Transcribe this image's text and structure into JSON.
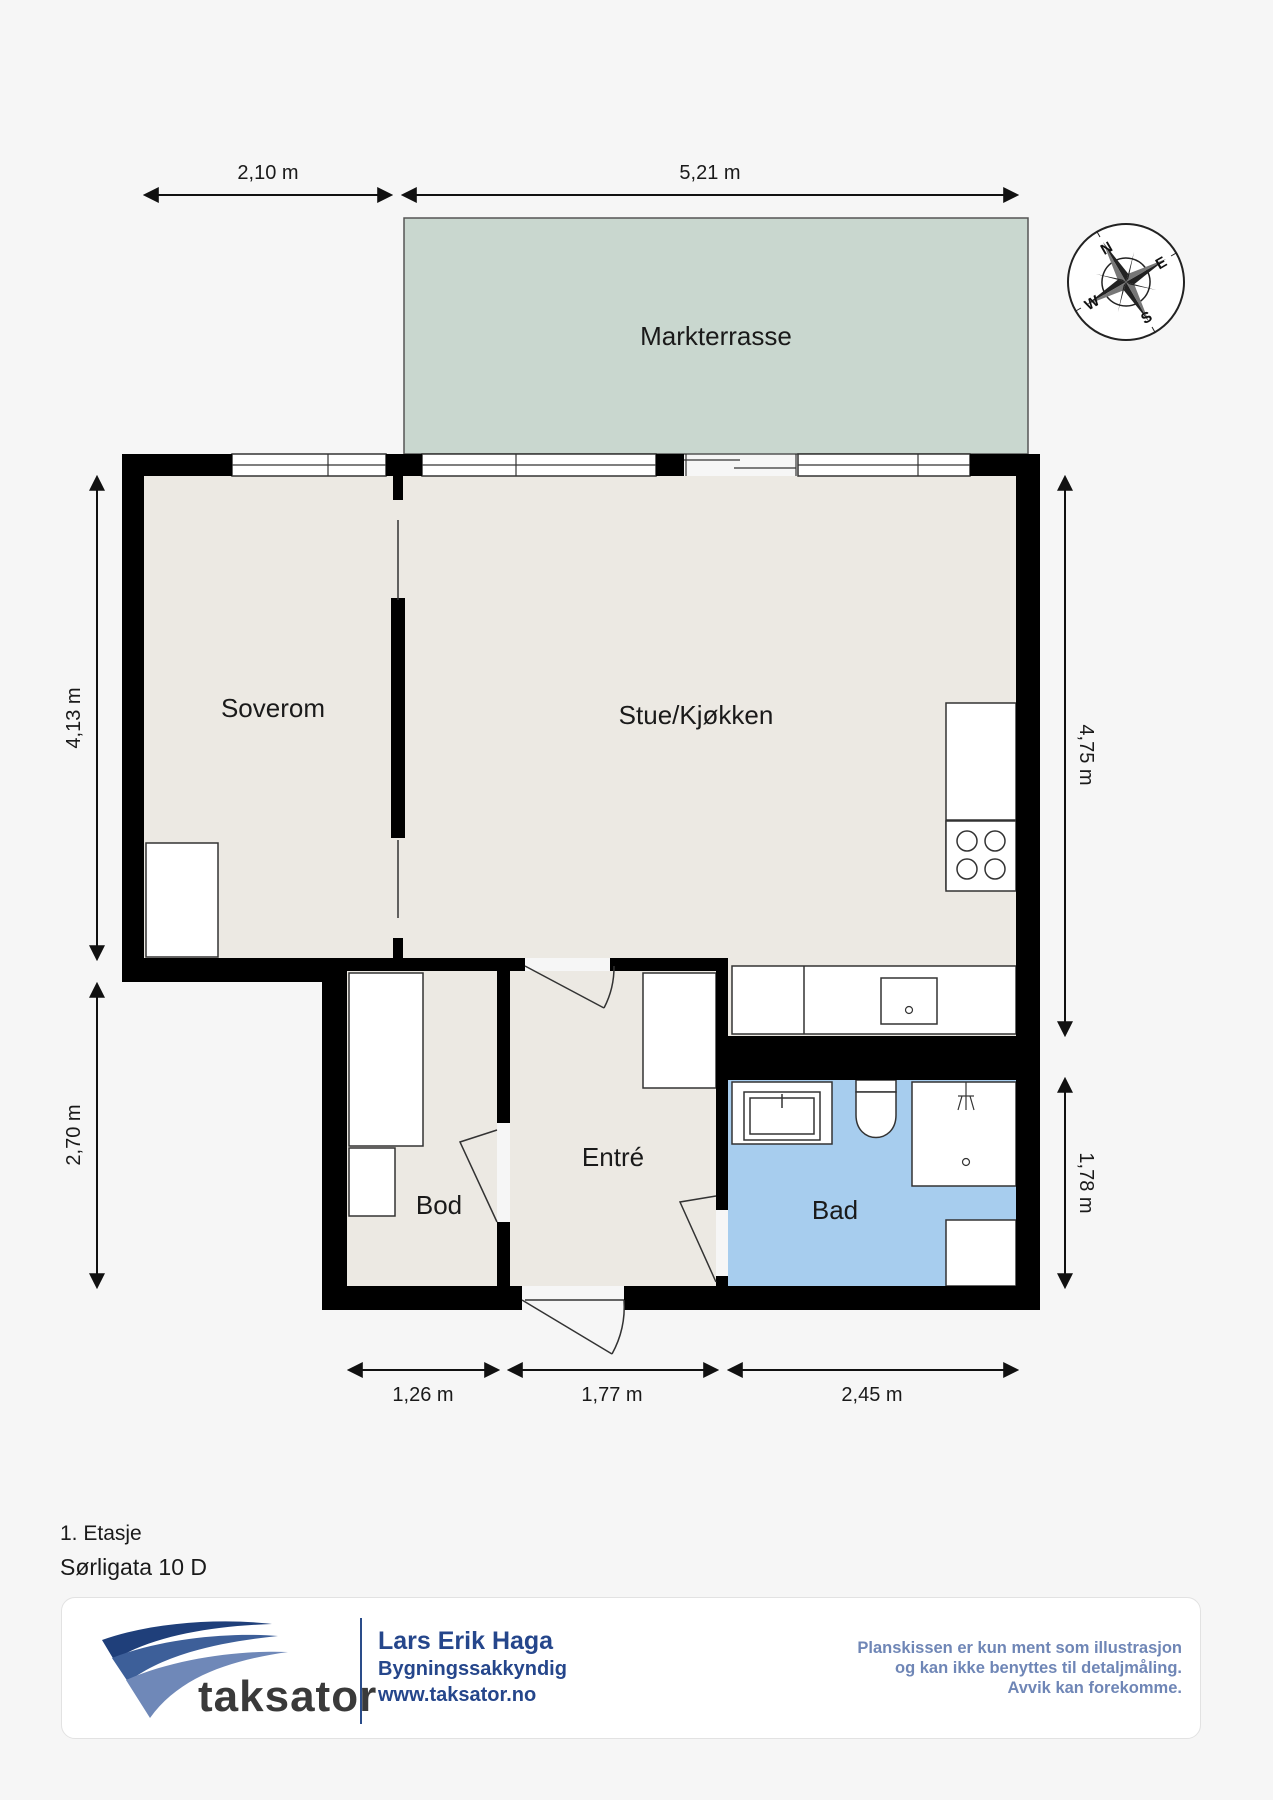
{
  "rooms": {
    "terrace": "Markterrasse",
    "bedroom": "Soverom",
    "living_kitchen": "Stue/Kjøkken",
    "entrance": "Entré",
    "storage": "Bod",
    "bathroom": "Bad"
  },
  "dimensions": {
    "top_left": "2,10 m",
    "top_right": "5,21 m",
    "left_upper": "4,13 m",
    "left_lower": "2,70 m",
    "right_upper": "4,75 m",
    "right_lower": "1,78 m",
    "bottom_1": "1,26 m",
    "bottom_2": "1,77 m",
    "bottom_3": "2,45 m"
  },
  "compass": {
    "n": "N",
    "e": "E",
    "s": "S",
    "w": "W"
  },
  "floor": {
    "level": "1. Etasje",
    "address": "Sørligata 10 D"
  },
  "footer": {
    "brand": "taksator",
    "name": "Lars Erik Haga",
    "title": "Bygningssakkyndig",
    "website": "www.taksator.no",
    "disclaimer_1": "Planskissen er kun ment som illustrasjon",
    "disclaimer_2": "og kan ikke benyttes til detaljmåling.",
    "disclaimer_3": "Avvik kan forekomme."
  },
  "colors": {
    "terrace": "#c9d7cf",
    "floor": "#ece9e3",
    "bathroom": "#a7cdee",
    "wall": "#000000",
    "brand_blue": "#25468b"
  }
}
